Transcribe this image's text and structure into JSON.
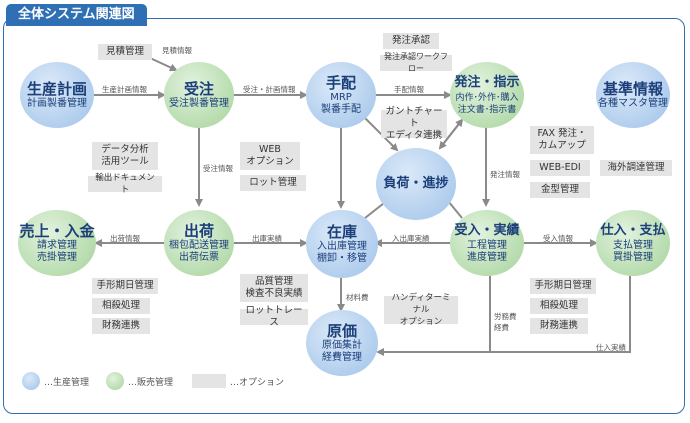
{
  "title": "全体システム関連図",
  "nodes": {
    "seisan": {
      "main": "生産計画",
      "sub": "計画製番管理"
    },
    "juchu": {
      "main": "受注",
      "sub": "受注製番管理"
    },
    "tehai": {
      "main": "手配",
      "sub1": "MRP",
      "sub2": "製番手配"
    },
    "hacchu": {
      "main": "発注・指示",
      "sub1": "内作･外作･購入",
      "sub2": "注文書･指示書"
    },
    "kijun": {
      "main": "基準情報",
      "sub": "各種マスタ管理"
    },
    "fuka": {
      "main": "負荷・進捗"
    },
    "uriage": {
      "main": "売上・入金",
      "sub1": "請求管理",
      "sub2": "売掛管理"
    },
    "shukka": {
      "main": "出荷",
      "sub1": "梱包配送管理",
      "sub2": "出荷伝票"
    },
    "zaiko": {
      "main": "在庫",
      "sub1": "入出庫管理",
      "sub2": "棚卸・移管"
    },
    "ukeire": {
      "main": "受入・実績",
      "sub1": "工程管理",
      "sub2": "進度管理"
    },
    "shiire": {
      "main": "仕入・支払",
      "sub1": "支払管理",
      "sub2": "買掛管理"
    },
    "genka": {
      "main": "原価",
      "sub1": "原価集計",
      "sub2": "経費管理"
    }
  },
  "options": {
    "mitsumori": "見積管理",
    "data_bunseki_1": "データ分析",
    "data_bunseki_2": "活用ツール",
    "excel": "輸出ドキュメント",
    "web_1": "WEB",
    "web_2": "オプション",
    "lot": "ロット管理",
    "hacchu_shonin": "発注承認",
    "workflow": "発注承認ワークフロー",
    "gantt_1": "ガントチャート",
    "gantt_2": "エディタ連携",
    "fax_1": "FAX 発注・",
    "fax_2": "カムアップ",
    "webedi": "WEB-EDI",
    "kanagata": "金型管理",
    "kaigai": "海外調達管理",
    "tegata_l": "手形期日管理",
    "sousai_l": "相殺処理",
    "zaimu_l": "財務連携",
    "hinshitsu_1": "品質管理",
    "hinshitsu_2": "検査不良実績",
    "lot_trace": "ロットトレース",
    "handy_1": "ハンディターミナル",
    "handy_2": "オプション",
    "tegata_r": "手形期日管理",
    "sousai_r": "相殺処理",
    "zaimu_r": "財務連携"
  },
  "labels": {
    "mitsumori_info": "見積情報",
    "seisan_info": "生産計画情報",
    "juchu_keikaku": "受注・計画情報",
    "tehai_info": "手配情報",
    "juchu_info": "受注情報",
    "hacchu_info": "発注情報",
    "shukka_info": "出荷情報",
    "shukko_jisseki": "出庫実績",
    "nyushukko": "入出庫実績",
    "ukeire_info": "受入情報",
    "zairyo": "材料費",
    "roumu": "労務費",
    "keihi": "経費",
    "shiire_jisseki": "仕入実績"
  },
  "legend": {
    "seisan": "…生産管理",
    "hanbai": "…販売管理",
    "option": "…オプション"
  },
  "colors": {
    "frame": "#2f6fb4",
    "production": "#9ec2e9",
    "sales": "#a5d39a",
    "option": "#e4e4e4",
    "arrow": "#8a8a8a"
  }
}
